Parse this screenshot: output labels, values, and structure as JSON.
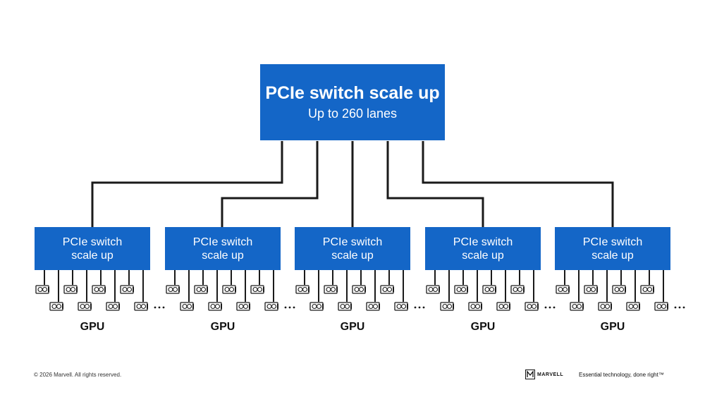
{
  "top_switch": {
    "title": "PCIe switch scale up",
    "subtitle": "Up to 260 lanes"
  },
  "switches": [
    {
      "line1": "PCIe switch",
      "line2": "scale up",
      "gpu_label": "GPU"
    },
    {
      "line1": "PCIe switch",
      "line2": "scale up",
      "gpu_label": "GPU"
    },
    {
      "line1": "PCIe switch",
      "line2": "scale up",
      "gpu_label": "GPU"
    },
    {
      "line1": "PCIe switch",
      "line2": "scale up",
      "gpu_label": "GPU"
    },
    {
      "line1": "PCIe switch",
      "line2": "scale up",
      "gpu_label": "GPU"
    }
  ],
  "footer": {
    "copyright": "© 2026 Marvell. All rights reserved.",
    "brand": "MARVELL",
    "tagline": "Essential technology, done right™"
  },
  "colors": {
    "box_blue": "#1466c7",
    "line": "#1a1a1a"
  }
}
